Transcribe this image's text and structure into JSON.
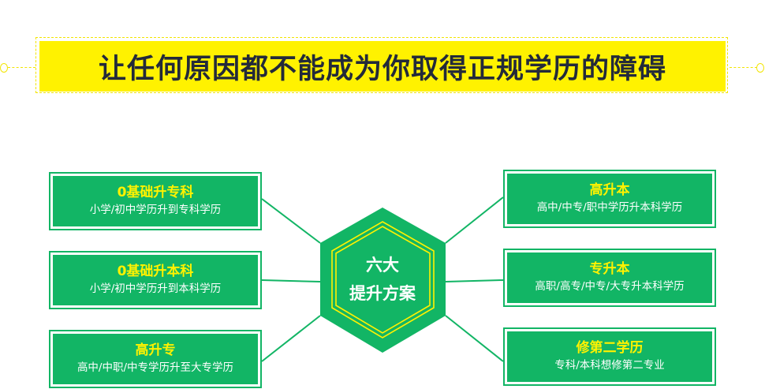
{
  "banner": {
    "title": "让任何原因都不能成为你取得正规学历的障碍"
  },
  "center": {
    "line1": "六大",
    "line2": "提升方案"
  },
  "plans": [
    {
      "title": "0基础升专科",
      "desc": "小学/初中学历升到专科学历"
    },
    {
      "title": "0基础升本科",
      "desc": "小学/初中学历升到本科学历"
    },
    {
      "title": "高升专",
      "desc": "高中/中职/中专学历升至大专学历"
    },
    {
      "title": "高升本",
      "desc": "高中/中专/职中学历升本科学历"
    },
    {
      "title": "专升本",
      "desc": "高职/高专/中专/大专升本科学历"
    },
    {
      "title": "修第二学历",
      "desc": "专科/本科想修第二专业"
    }
  ],
  "colors": {
    "green": "#12b565",
    "yellow": "#fff200",
    "text_dark": "#232a3a"
  }
}
